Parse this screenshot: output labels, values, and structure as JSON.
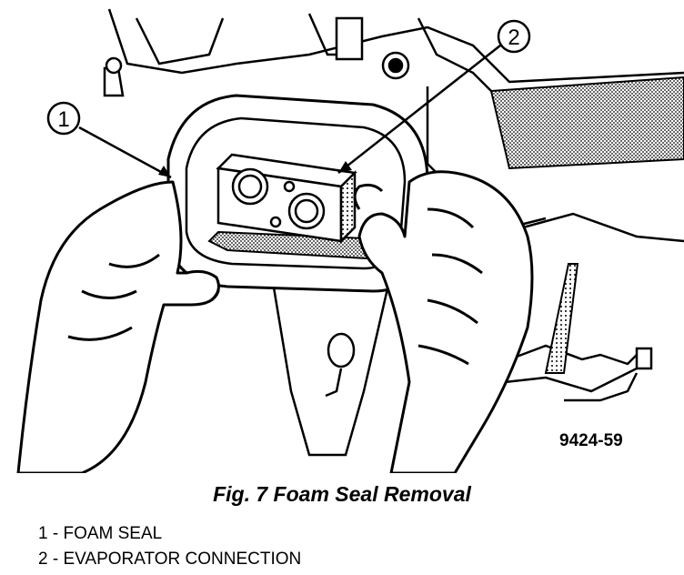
{
  "figure": {
    "callout_1": "1",
    "callout_2": "2",
    "figure_code": "9424-59",
    "caption": "Fig. 7 Foam Seal Removal"
  },
  "legend": [
    {
      "number": "1",
      "text": "FOAM SEAL"
    },
    {
      "number": "2",
      "text": "EVAPORATOR CONNECTION"
    }
  ]
}
